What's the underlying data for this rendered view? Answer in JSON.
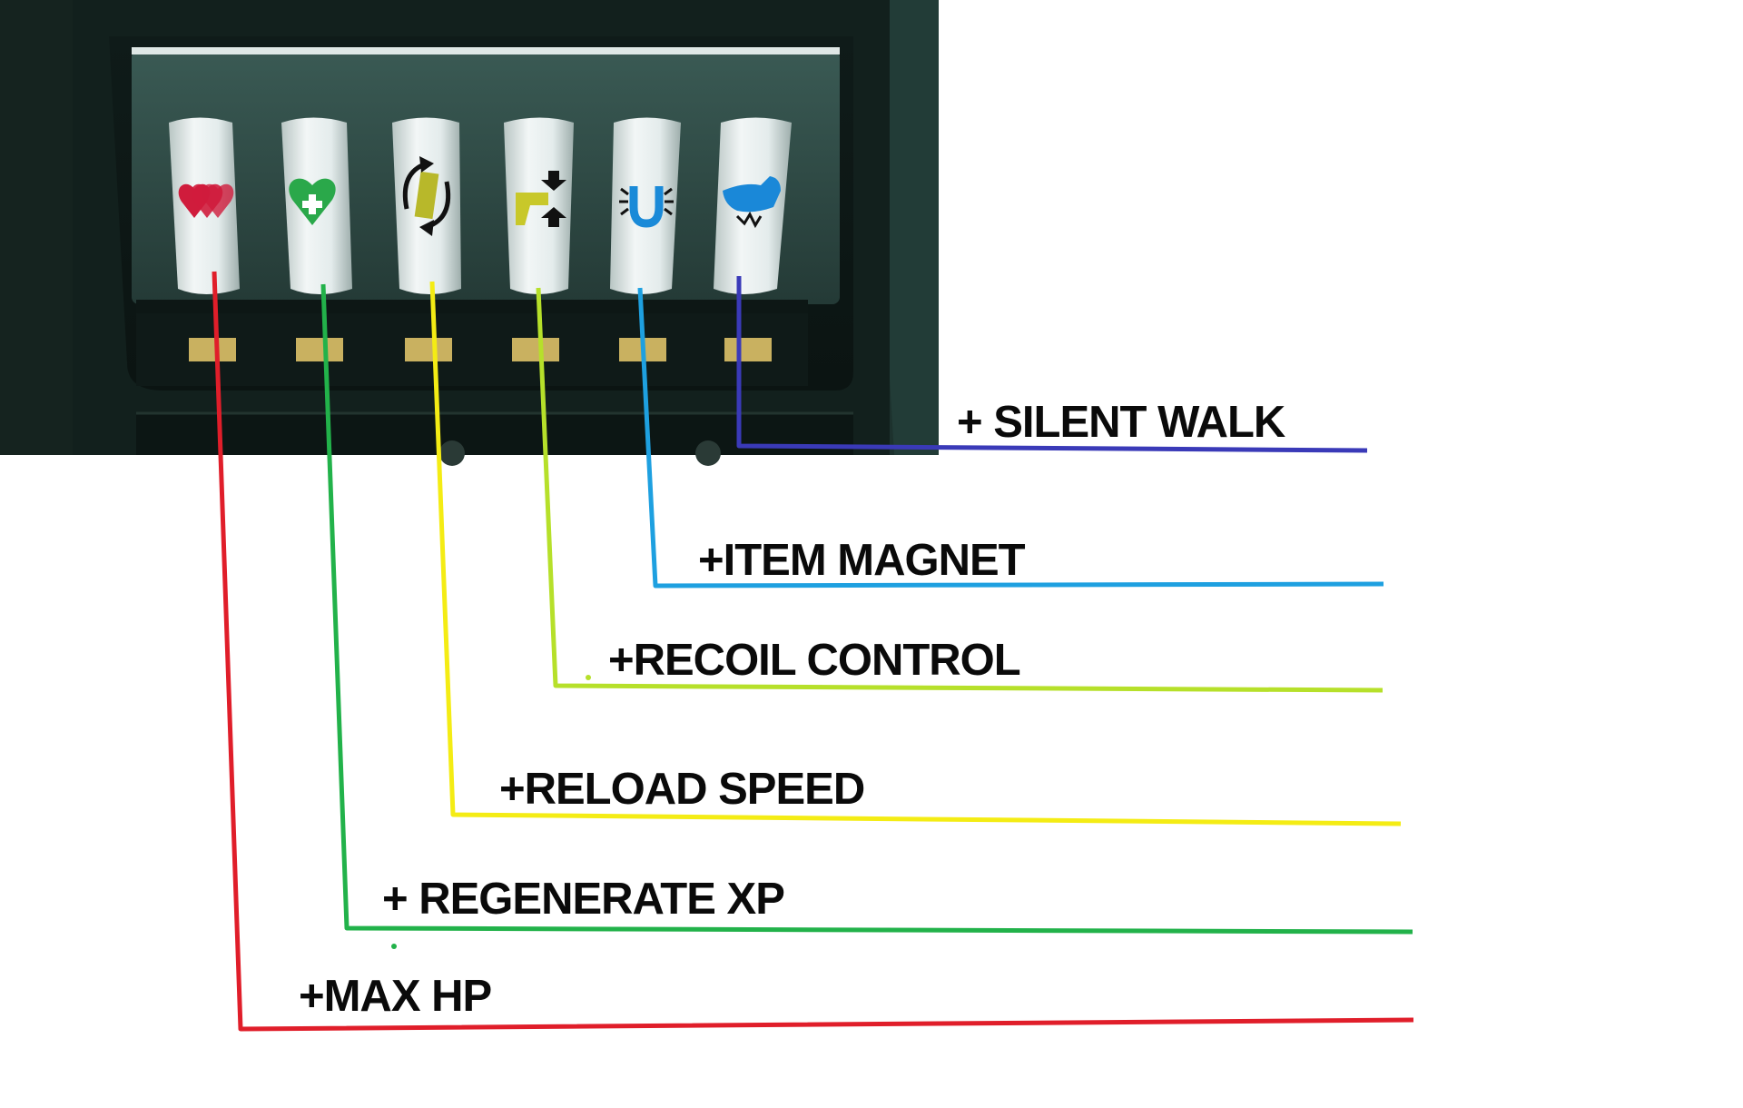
{
  "scene": {
    "description_label": "vending machine cans",
    "cans": [
      {
        "id": "max-hp",
        "icon": "triple-hearts-icon",
        "icon_color": "#d01c3c"
      },
      {
        "id": "regenerate-xp",
        "icon": "heart-plus-icon",
        "icon_color": "#2aa84a"
      },
      {
        "id": "reload-speed",
        "icon": "reload-cycle-icon",
        "icon_color": "#b8b82a"
      },
      {
        "id": "recoil-control",
        "icon": "pistol-arrows-icon",
        "icon_color": "#c8c82a"
      },
      {
        "id": "item-magnet",
        "icon": "magnet-icon",
        "icon_color": "#1a8ad8"
      },
      {
        "id": "silent-walk",
        "icon": "shoe-icon",
        "icon_color": "#1a88d8"
      }
    ]
  },
  "annotations": [
    {
      "id": "silent-walk",
      "text": "+ SILENT WALK",
      "color": "#3a3ab8"
    },
    {
      "id": "item-magnet",
      "text": "+ITEM MAGNET",
      "color": "#1ea0e0"
    },
    {
      "id": "recoil-control",
      "text": "+RECOIL CONTROL",
      "color": "#b6e02a"
    },
    {
      "id": "reload-speed",
      "text": "+RELOAD SPEED",
      "color": "#f4ec14"
    },
    {
      "id": "regenerate-xp",
      "text": "+ REGENERATE XP",
      "color": "#22b24a"
    },
    {
      "id": "max-hp",
      "text": "+MAX HP",
      "color": "#e01e2a"
    }
  ]
}
